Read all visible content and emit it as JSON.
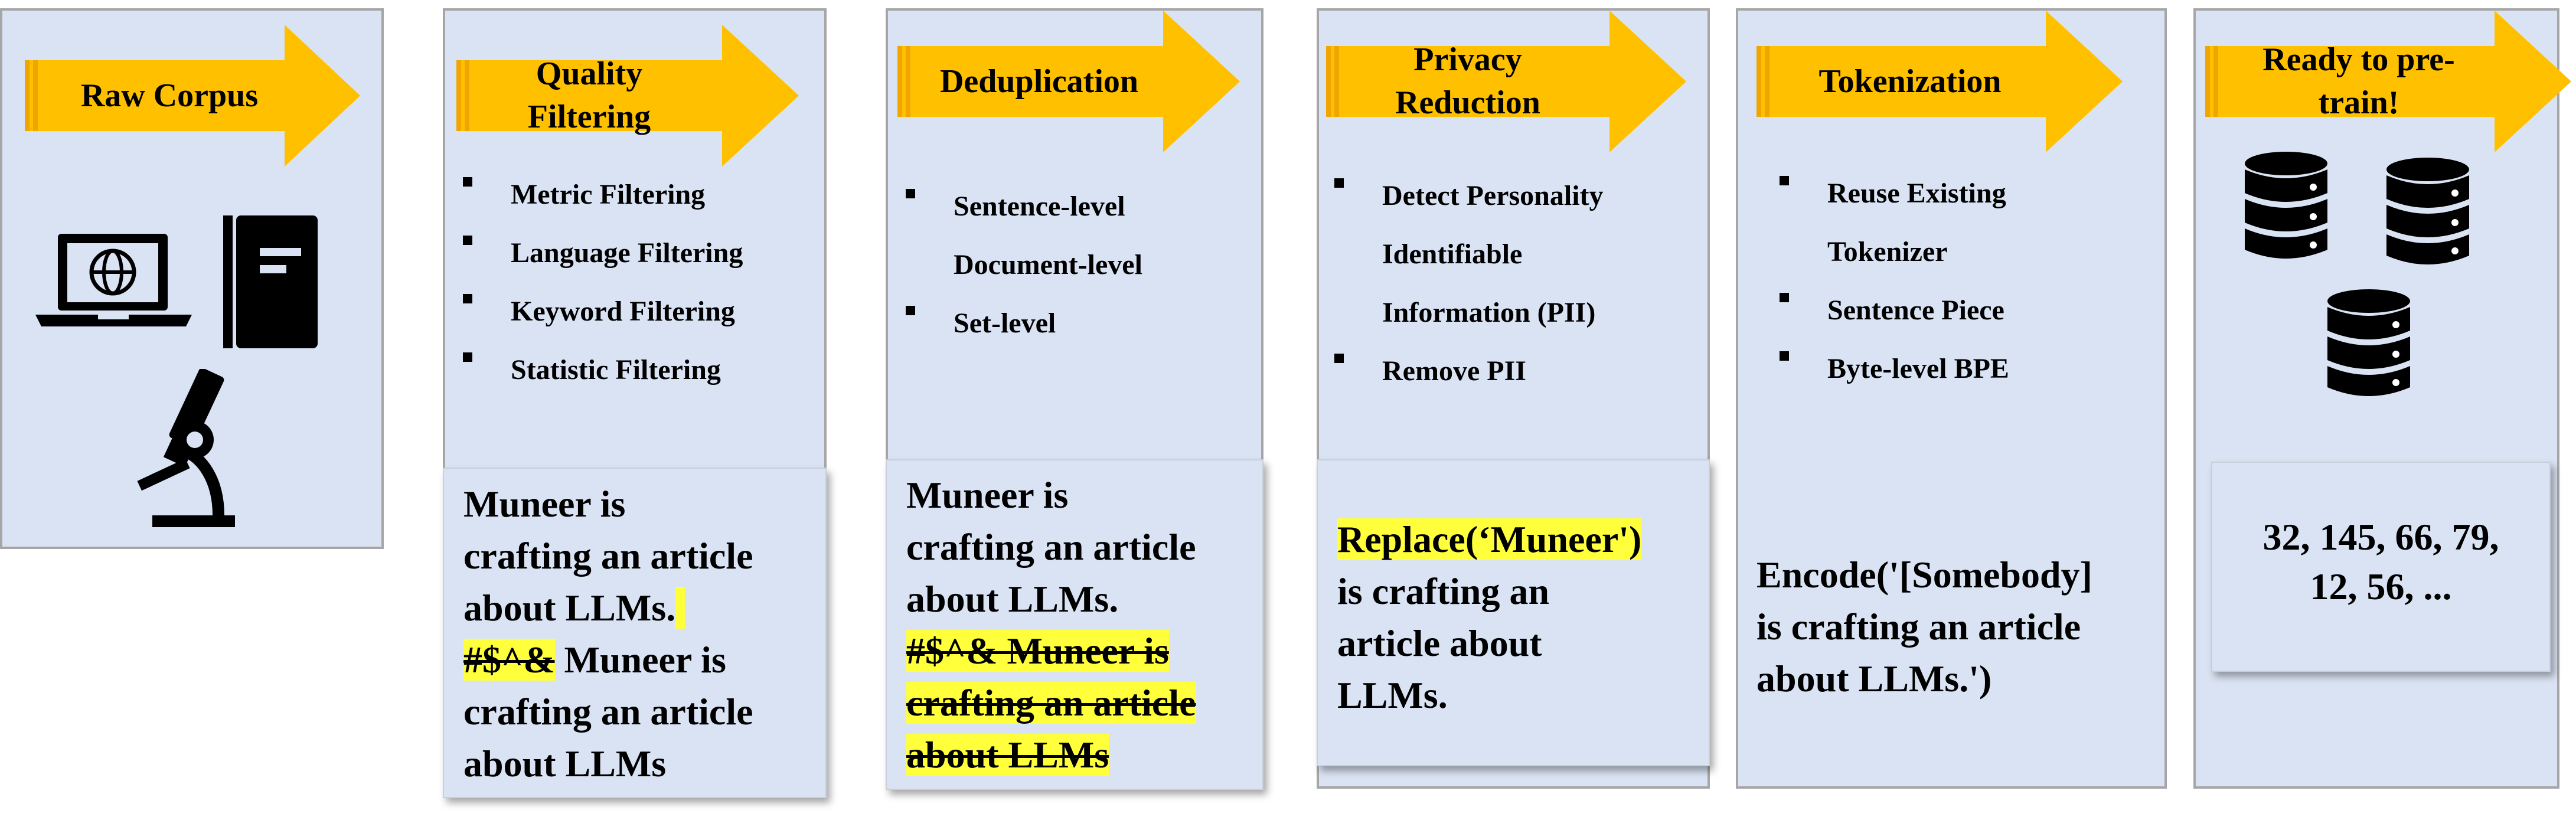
{
  "colors": {
    "panel_bg": "#dae3f3",
    "panel_border": "#a6a6a6",
    "arrow_fill": "#ffc000",
    "arrow_shade": "#f0a500",
    "highlight": "#ffff3b"
  },
  "stages": {
    "raw": {
      "title": "Raw Corpus",
      "icons": [
        "laptop-globe-icon",
        "book-icon",
        "microscope-icon"
      ]
    },
    "quality": {
      "title": "Quality Filtering",
      "bullets": [
        "Metric Filtering",
        "Language Filtering",
        "Keyword Filtering",
        "Statistic Filtering"
      ],
      "example": {
        "l1": "Muneer is",
        "l2": "crafting an article",
        "l3": "about LLMs.",
        "l4_noise": "#$^&",
        "l4_rest": " Muneer is",
        "l5": "crafting an article",
        "l6": "about LLMs"
      }
    },
    "dedup": {
      "title": "Deduplication",
      "bullets": [
        "Sentence-level",
        "Document-level",
        "Set-level"
      ],
      "example": {
        "l1": "Muneer is",
        "l2": "crafting an article",
        "l3": "about LLMs.",
        "l4": "#$^& Muneer is",
        "l5": "crafting an article",
        "l6": "about LLMs"
      }
    },
    "privacy": {
      "title": "Privacy Reduction",
      "bullets": [
        "Detect Personality",
        "Identifiable",
        "Information (PII)",
        "Remove PII"
      ],
      "example": {
        "l1": "Replace(‘Muneer')",
        "l2": "is crafting an",
        "l3": "article about",
        "l4": "LLMs."
      }
    },
    "token": {
      "title": "Tokenization",
      "bullets": [
        "Reuse Existing",
        "Tokenizer",
        "Sentence Piece",
        "Byte-level BPE"
      ],
      "example": {
        "l1": "Encode('[Somebody]",
        "l2": "is crafting an article",
        "l3": "about LLMs.')"
      }
    },
    "ready": {
      "title": "Ready to pre-train!",
      "icons": [
        "database-icon",
        "database-icon",
        "database-icon"
      ],
      "example": {
        "l1": "32, 145, 66, 79,",
        "l2": "12, 56, ..."
      }
    }
  }
}
